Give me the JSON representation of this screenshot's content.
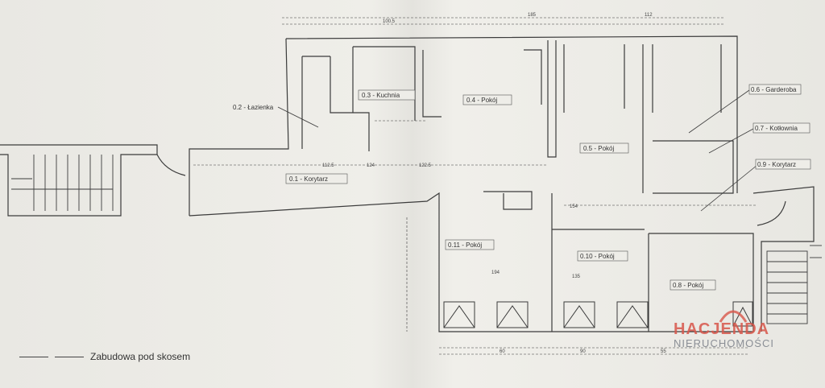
{
  "rooms": {
    "lazienka": "0.2 - Łazienka",
    "kuchnia": "0.3 - Kuchnia",
    "korytarz": "0.1 - Korytarz",
    "pokoj4": "0.4 - Pokój",
    "pokoj5": "0.5 - Pokój",
    "pokoj11": "0.11 - Pokój",
    "pokoj10": "0.10 - Pokój",
    "pokoj8": "0.8 - Pokój",
    "kotlownia": "0.7 - Kotłownia",
    "korytarz9": "0.9 - Korytarz",
    "garderoba": "0.6 - Garderoba"
  },
  "legend": {
    "text": "Zabudowa pod skosem"
  },
  "brand": {
    "name": "HACJENDA",
    "sub": "NIERUCHOMOŚCI",
    "accent": "#d8564a",
    "grey": "#8b8f96"
  },
  "dims": {
    "d1": "112.5",
    "d2": "124",
    "d3": "122.5",
    "d4": "194",
    "d5": "135",
    "d6": "154",
    "d7": "100.5",
    "d8": "185",
    "d9": "112",
    "d10": "60",
    "d11": "90",
    "d12": "55"
  }
}
